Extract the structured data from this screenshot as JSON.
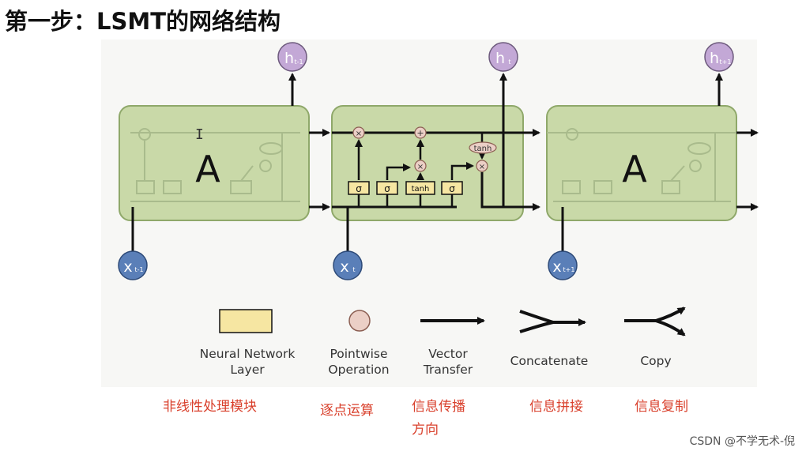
{
  "header": {
    "title": "第一步：LSMT的网络结构"
  },
  "toolbar": {
    "brush_icon": "brush-icon"
  },
  "diagram": {
    "cells": [
      {
        "label": "A",
        "input": "x",
        "input_sub": "t-1",
        "output": "h",
        "output_sub": "t-1"
      },
      {
        "label": "",
        "input": "x",
        "input_sub": "t",
        "output": "h",
        "output_sub": "t"
      },
      {
        "label": "A",
        "input": "x",
        "input_sub": "t+1",
        "output": "h",
        "output_sub": "t+1"
      }
    ],
    "gates": [
      "σ",
      "σ",
      "tanh",
      "σ"
    ],
    "ops": [
      "×",
      "+",
      "×",
      "×"
    ],
    "state_tanh": "tanh",
    "colors": {
      "cell_fill": "#c9d9a8",
      "cell_stroke": "#8fa86a",
      "layer_fill": "#f6e6a2",
      "node_fill": "#c3a8d6",
      "input_fill": "#5a7fb8",
      "op_fill": "#ebcfc6",
      "line": "#111111"
    }
  },
  "legend": {
    "items": [
      {
        "name": "neural-network-layer",
        "line1": "Neural Network",
        "line2": "Layer",
        "cn": "非线性处理模块"
      },
      {
        "name": "pointwise-operation",
        "line1": "Pointwise",
        "line2": "Operation",
        "cn": "逐点运算"
      },
      {
        "name": "vector-transfer",
        "line1": "Vector",
        "line2": "Transfer",
        "cn": "信息传播",
        "cn2": "方向"
      },
      {
        "name": "concatenate",
        "line1": "Concatenate",
        "line2": "",
        "cn": "信息拼接"
      },
      {
        "name": "copy",
        "line1": "Copy",
        "line2": "",
        "cn": "信息复制"
      }
    ]
  },
  "watermark": "CSDN @不学无术-倪",
  "cursor": "I"
}
